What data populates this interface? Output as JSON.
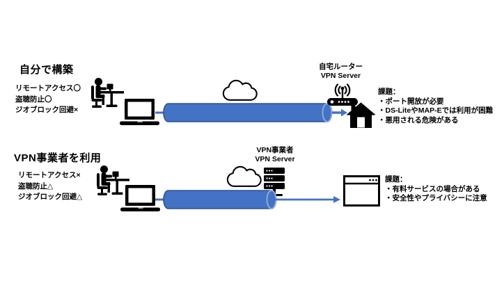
{
  "colors": {
    "tunnel_fill": "#4472C4",
    "tunnel_border": "#2F528F",
    "tunnel_cap_highlight": "#8FAADC",
    "arrow": "#4472C4",
    "ink": "#000000"
  },
  "icons": [
    "person-at-desk-icon",
    "laptop-icon",
    "cloud-icon",
    "vpn-tunnel-shape",
    "wifi-router-icon",
    "house-icon",
    "server-rack-icon",
    "browser-window-icon",
    "arrow-icon"
  ],
  "sections": {
    "self_hosted": {
      "heading": "自分で構築",
      "features": [
        "リモートアクセス〇",
        "盗聴防止〇",
        "ジオブロック回避×"
      ],
      "endpoint_label": {
        "line1": "自宅ルーター",
        "line2": "VPN Server"
      },
      "issues": {
        "title": "課題：",
        "items": [
          "・ポート開放が必要",
          "・DS-LiteやMAP-Eでは利用が困難",
          "・悪用される危険がある"
        ]
      }
    },
    "provider": {
      "heading": "VPN事業者を利用",
      "features": [
        "リモートアクセス×",
        "盗聴防止△",
        "ジオブロック回避△"
      ],
      "endpoint_label": {
        "line1": "VPN事業者",
        "line2": "VPN Server"
      },
      "issues": {
        "title": "課題：",
        "items": [
          "・有料サービスの場合がある",
          "・安全性やプライバシーに注意"
        ]
      }
    }
  }
}
